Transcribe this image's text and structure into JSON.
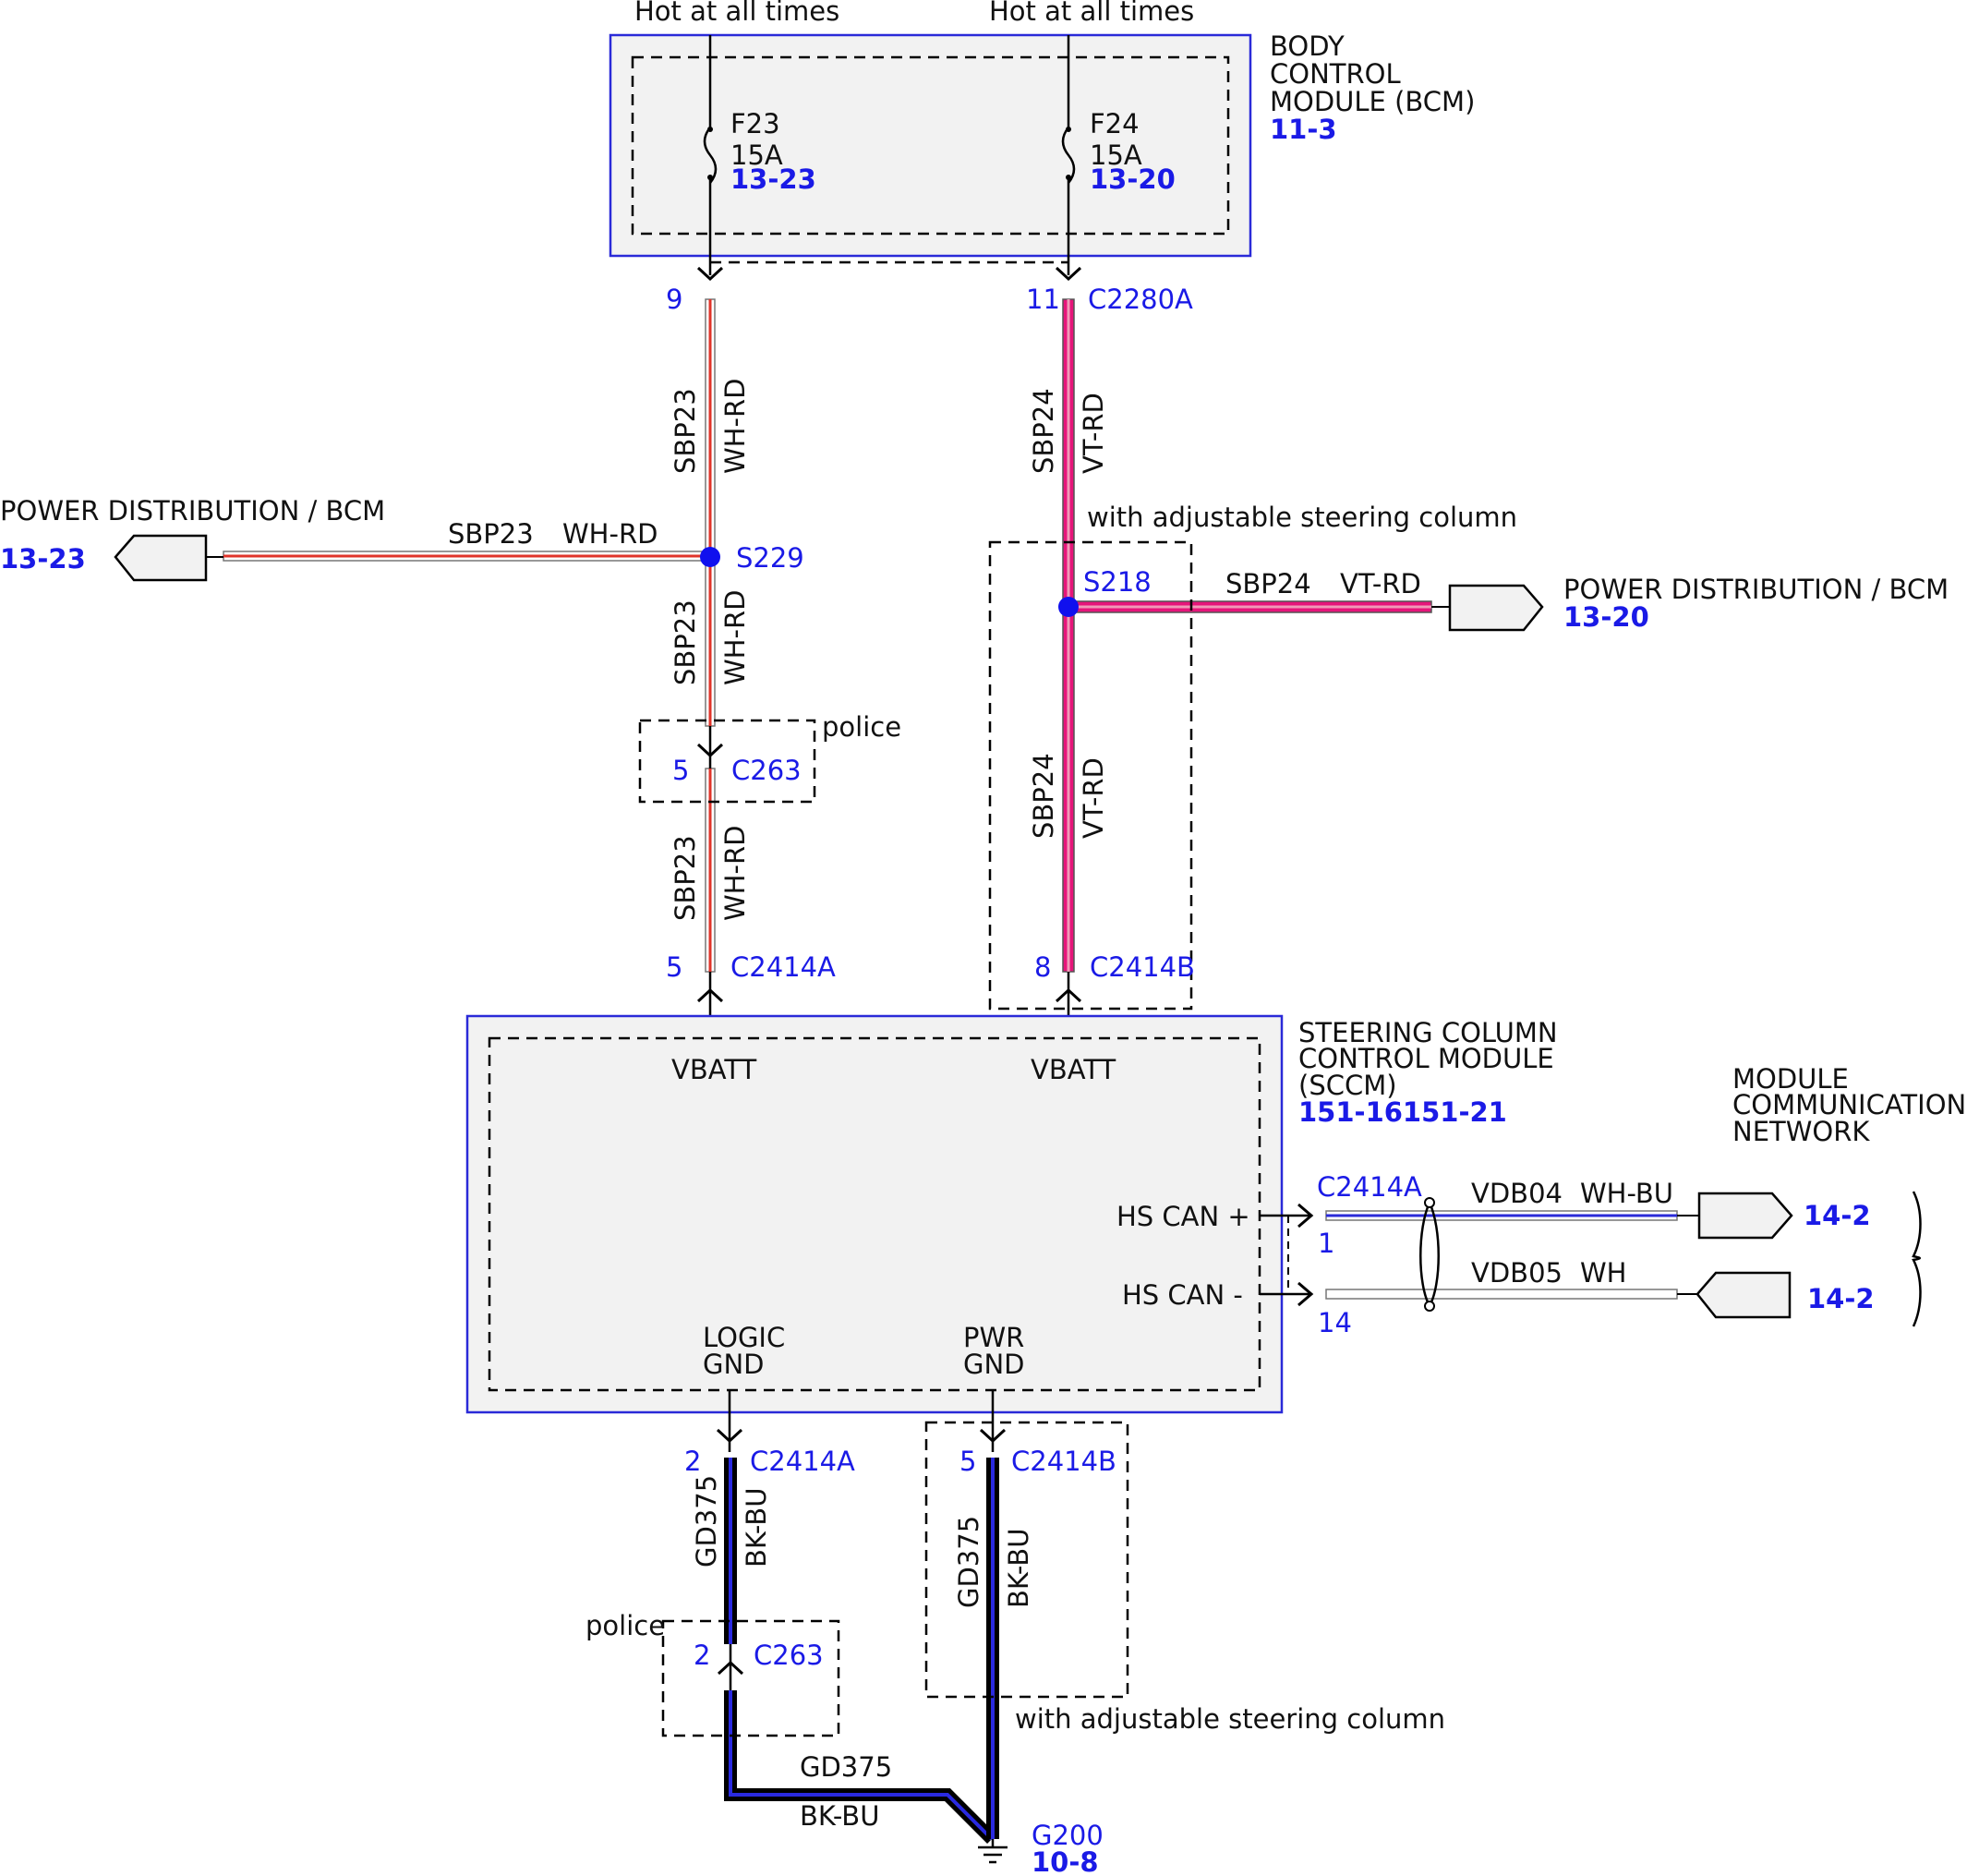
{
  "feeds": {
    "left": "Hot at all times",
    "right": "Hot at all times"
  },
  "bcm": {
    "line1": "BODY",
    "line2": "CONTROL",
    "line3": "MODULE (BCM)",
    "ref": "11-3"
  },
  "fuses": [
    {
      "name": "F23",
      "rating": "15A",
      "ref": "13-23"
    },
    {
      "name": "F24",
      "rating": "15A",
      "ref": "13-20"
    }
  ],
  "pins": {
    "bcm_left": "9",
    "bcm_right": "11",
    "bcm_connector": "C2280A",
    "c263_top": "5",
    "c263_top_label": "C263",
    "sccm_left": "5",
    "sccm_left_conn": "C2414A",
    "sccm_right": "8",
    "sccm_right_conn": "C2414B",
    "can_conn": "C2414A",
    "can_hi_pin": "1",
    "can_lo_pin": "14",
    "gnd_left": "2",
    "gnd_left_conn": "C2414A",
    "gnd_right": "5",
    "gnd_right_conn": "C2414B",
    "c263_bot": "2",
    "c263_bot_label": "C263"
  },
  "wires": {
    "circuit_a": "SBP23",
    "color_a": "WH-RD",
    "circuit_b": "SBP24",
    "color_b": "VT-RD",
    "circuit_gnd": "GD375",
    "color_gnd": "BK-BU",
    "can_hi_circuit": "VDB04",
    "can_hi_color": "WH-BU",
    "can_lo_circuit": "VDB05",
    "can_lo_color": "WH"
  },
  "splices": {
    "left": "S229",
    "right": "S218"
  },
  "power_dist": {
    "left_label": "POWER DISTRIBUTION / BCM",
    "left_ref": "13-23",
    "right_label": "POWER DISTRIBUTION / BCM",
    "right_ref": "13-20"
  },
  "notes": {
    "police": "police",
    "adjustable": "with adjustable steering column"
  },
  "sccm": {
    "line1": "STEERING COLUMN",
    "line2": "CONTROL MODULE",
    "line3": "(SCCM)",
    "ref": "151-16151-21",
    "vbatt": "VBATT",
    "hs_can_hi": "HS CAN +",
    "hs_can_lo": "HS CAN -",
    "logic_gnd_1": "LOGIC",
    "logic_gnd_2": "GND",
    "pwr_gnd_1": "PWR",
    "pwr_gnd_2": "GND"
  },
  "network": {
    "line1": "MODULE",
    "line2": "COMMUNICATIONS",
    "line3": "NETWORK",
    "ref_hi": "14-2",
    "ref_lo": "14-2"
  },
  "ground": {
    "name": "G200",
    "ref": "10-8"
  },
  "colors": {
    "pin_blue": "#1a1ae6",
    "module_fill": "#f2f2f2",
    "red": "#e0342a",
    "violet": "#e6157a",
    "ground_black": "#000000",
    "ground_blue": "#2a2ae0",
    "splice": "#1010ee"
  }
}
